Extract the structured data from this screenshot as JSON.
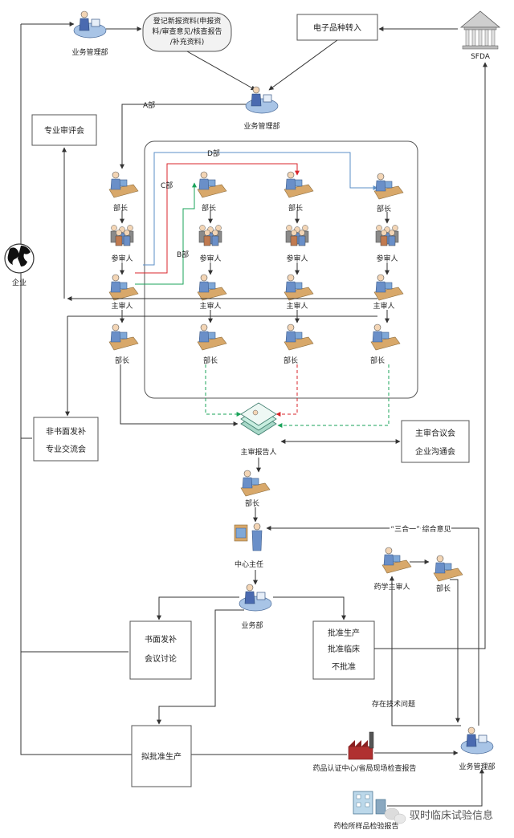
{
  "nodes": {
    "biz_mgmt_top": "业务管理部",
    "register_line1": "登记新报资料(申报资",
    "register_line2": "料/审查意见/核查报告",
    "register_line3": "/补充资料)",
    "e_transfer": "电子品种转入",
    "sfda": "SFDA",
    "biz_mgmt_2": "业务管理部",
    "expert_review": "专业审评会",
    "enterprise": "企业",
    "nonwritten_line1": "非书面发补",
    "nonwritten_line2": "专业交流会",
    "chief_reporter": "主审报告人",
    "joint_line1": "主审合议会",
    "joint_line2": "企业沟通会",
    "dept_head_after": "部长",
    "center_director": "中心主任",
    "biz_dept": "业务部",
    "written_line1": "书面发补",
    "written_line2": "会议讨论",
    "approve_line1": "批准生产",
    "approve_line2": "批准临床",
    "approve_line3": "不批准",
    "propose": "拟批准生产",
    "three_in_one": "“三合一” 综合意见",
    "pharm_reviewer": "药学主审人",
    "pharm_head": "部长",
    "tech_issue": "存在技术问题",
    "cert_center": "药品认证中心/省局现场检查报告",
    "biz_mgmt_bottom": "业务管理部",
    "drug_lab": "药检所样品检验报告",
    "watermark": "驭时临床试验信息"
  },
  "departments": {
    "a": "A部",
    "b": "B部",
    "c": "C部",
    "d": "D部"
  },
  "roles": {
    "head": "部长",
    "participant": "参审人",
    "chief": "主审人"
  },
  "columns": [
    {
      "id": "A",
      "head": "部长",
      "participant": "参审人",
      "chief": "主审人",
      "head2": "部长"
    },
    {
      "id": "B",
      "head": "部长",
      "participant": "参审人",
      "chief": "主审人",
      "head2": "部长"
    },
    {
      "id": "C",
      "head": "部长",
      "participant": "参审人",
      "chief": "主审人",
      "head2": "部长"
    },
    {
      "id": "D",
      "head": "部长",
      "participant": "参审人",
      "chief": "主审人",
      "head2": "部长"
    }
  ],
  "colors": {
    "line": "#333333",
    "red": "#d9262b",
    "green": "#1aa35a",
    "blue": "#5b8fc7",
    "box_border": "#555555",
    "person_blue": "#6a8fc8",
    "desk": "#d8a86a"
  }
}
